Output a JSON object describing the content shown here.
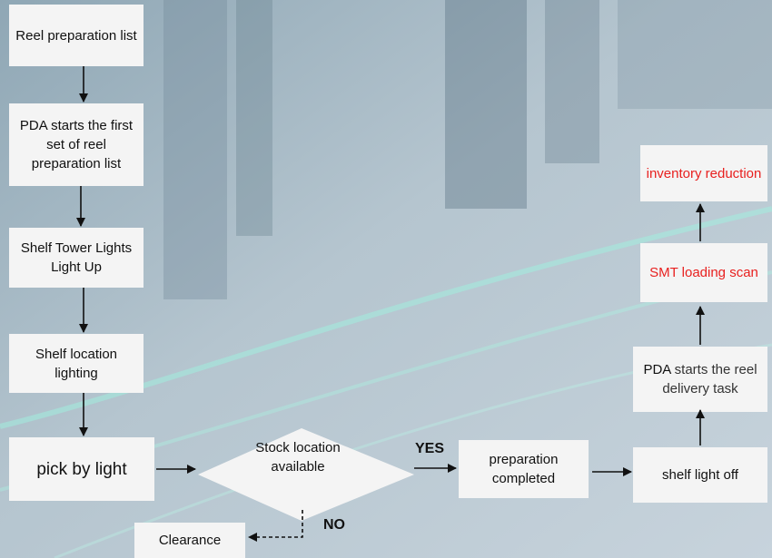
{
  "nodes": {
    "reel_list": "Reel preparation list",
    "pda_start": "PDA starts the first set of reel preparation list",
    "tower_lights": "Shelf Tower Lights Light Up",
    "location_lighting": "Shelf location lighting",
    "pick_by_light": "pick by light",
    "decision": "Stock location available",
    "clearance": "Clearance",
    "prep_completed": "preparation completed",
    "shelf_light_off": "shelf light off",
    "pda_delivery_prefix": "PDA",
    "pda_delivery_rest": "starts the reel delivery task",
    "smt_scan": "SMT loading scan",
    "inventory_reduction": "inventory reduction"
  },
  "edge_labels": {
    "yes": "YES",
    "no": "NO"
  },
  "colors": {
    "box_fill": "#f4f4f4",
    "highlight_text": "#e8201f",
    "arrow": "#111111"
  }
}
